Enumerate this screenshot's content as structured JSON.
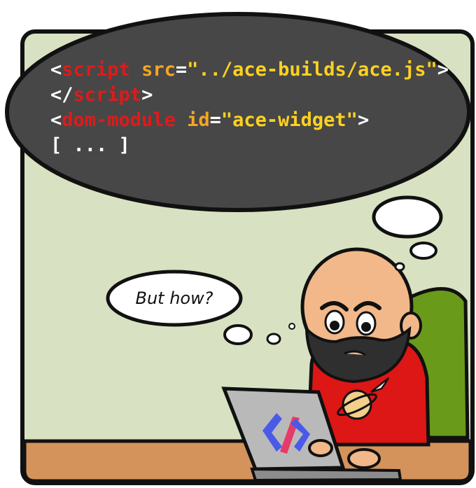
{
  "speech_bubble": {
    "text": "But how?"
  },
  "code_bubble": {
    "lines": [
      [
        {
          "text": "<",
          "color": "#ffffff"
        },
        {
          "text": "script",
          "color": "#e01a1a"
        },
        {
          "text": " ",
          "color": "#ffffff"
        },
        {
          "text": "src",
          "color": "#f5a623"
        },
        {
          "text": "=",
          "color": "#ffffff"
        },
        {
          "text": "\"../ace-builds/ace.js\"",
          "color": "#ffd21f"
        },
        {
          "text": ">",
          "color": "#ffffff"
        }
      ],
      [
        {
          "text": "</",
          "color": "#ffffff"
        },
        {
          "text": "script",
          "color": "#e01a1a"
        },
        {
          "text": ">",
          "color": "#ffffff"
        }
      ],
      [
        {
          "text": "<",
          "color": "#ffffff"
        },
        {
          "text": "dom-module",
          "color": "#e01a1a"
        },
        {
          "text": " ",
          "color": "#ffffff"
        },
        {
          "text": "id",
          "color": "#f5a623"
        },
        {
          "text": "=",
          "color": "#ffffff"
        },
        {
          "text": "\"ace-widget\"",
          "color": "#ffd21f"
        },
        {
          "text": ">",
          "color": "#ffffff"
        }
      ],
      [
        {
          "text": "[ ... ]",
          "color": "#ffffff"
        }
      ]
    ]
  },
  "colors": {
    "panel_background": "#d8e2c2",
    "outline": "#111111",
    "desk": "#d4935b",
    "thought_bubble": "#474747",
    "skin": "#f2b88a",
    "beard": "#2f2f2f",
    "shirt": "#dd1616",
    "chair": "#6a9a1a",
    "laptop": "#b9b9b9",
    "logo_red": "#e63a6a",
    "logo_blue": "#4a5ae8",
    "planet": "#f3d08a"
  },
  "icons": {
    "laptop_logo": "polymer-logo-icon",
    "shirt_print": "rocket-planet-icon"
  }
}
